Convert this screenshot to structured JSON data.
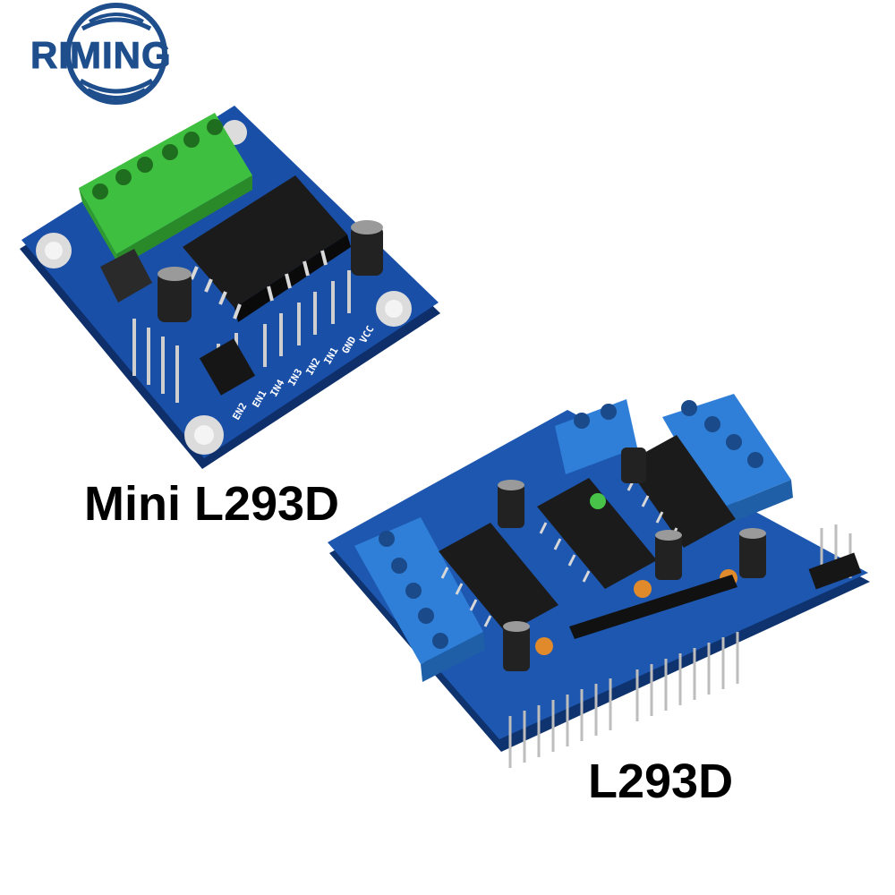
{
  "logo": {
    "text": "RIMING",
    "color": "#1e4e8c"
  },
  "mini_board": {
    "caption": "Mini L293D",
    "pin_labels": [
      "EN2",
      "EN1",
      "IN4",
      "IN3",
      "IN2",
      "IN1",
      "GND",
      "VCC"
    ],
    "terminal_color": "#3fbf3f",
    "pcb_color": "#1a4fa8"
  },
  "shield_board": {
    "caption": "L293D",
    "terminal_color": "#2f7fd8",
    "pcb_color": "#1d57b0"
  }
}
